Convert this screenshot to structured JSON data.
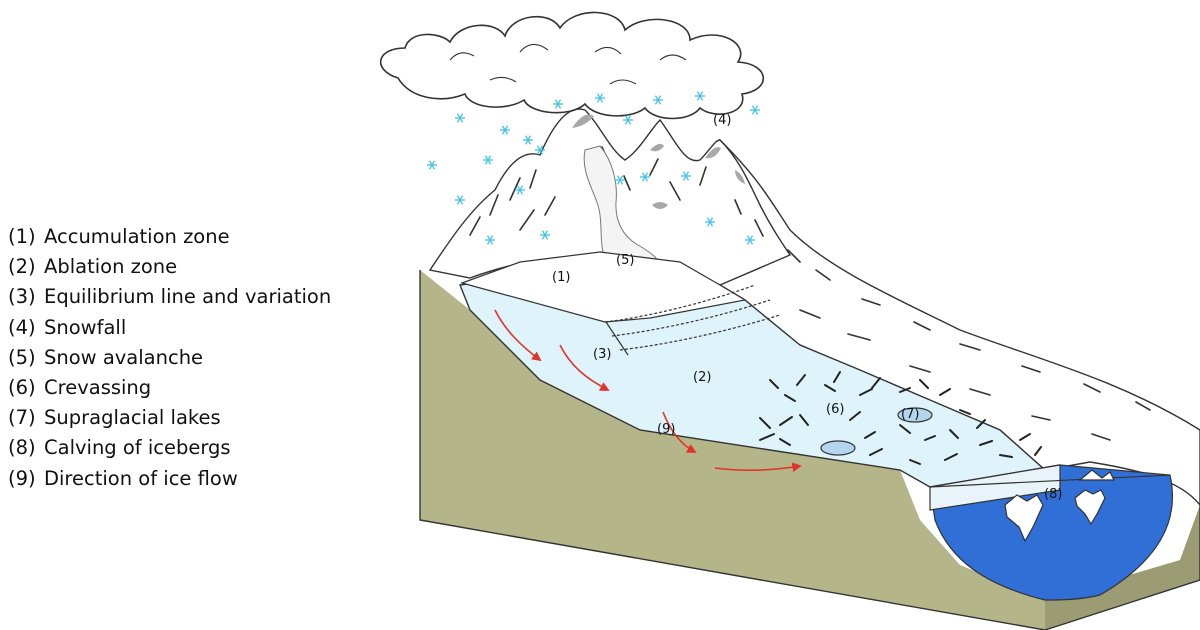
{
  "legend": [
    {
      "num": "(1)",
      "text": "Accumulation zone"
    },
    {
      "num": "(2)",
      "text": "Ablation zone"
    },
    {
      "num": "(3)",
      "text": "Equilibrium line and variation"
    },
    {
      "num": "(4)",
      "text": "Snowfall"
    },
    {
      "num": "(5)",
      "text": "Snow avalanche"
    },
    {
      "num": "(6)",
      "text": "Crevassing"
    },
    {
      "num": "(7)",
      "text": "Supraglacial lakes"
    },
    {
      "num": "(8)",
      "text": "Calving of icebergs"
    },
    {
      "num": "(9)",
      "text": "Direction of ice flow"
    }
  ],
  "labels": {
    "l1": "(1)",
    "l2": "(2)",
    "l3": "(3)",
    "l4": "(4)",
    "l5": "(5)",
    "l6": "(6)",
    "l7": "(7)",
    "l8": "(8)",
    "l9": "(9)"
  },
  "colors": {
    "ground": "#b5b58a",
    "ground_edge": "#9c9c74",
    "ice": "#dff3fa",
    "ice_dark": "#c9e8f3",
    "water": "#2f6fd6",
    "water_light": "#6a9ee8",
    "flow_arrow": "#e0332b",
    "snowflake": "#3fc3e6",
    "lake": "#b3d5ee",
    "mountain": "#ffffff",
    "outline": "#333333"
  },
  "icons": {
    "snowflake": "snowflake-icon",
    "flow": "flow-arrow-icon",
    "iceberg": "iceberg-icon",
    "cloud": "cloud-icon"
  }
}
